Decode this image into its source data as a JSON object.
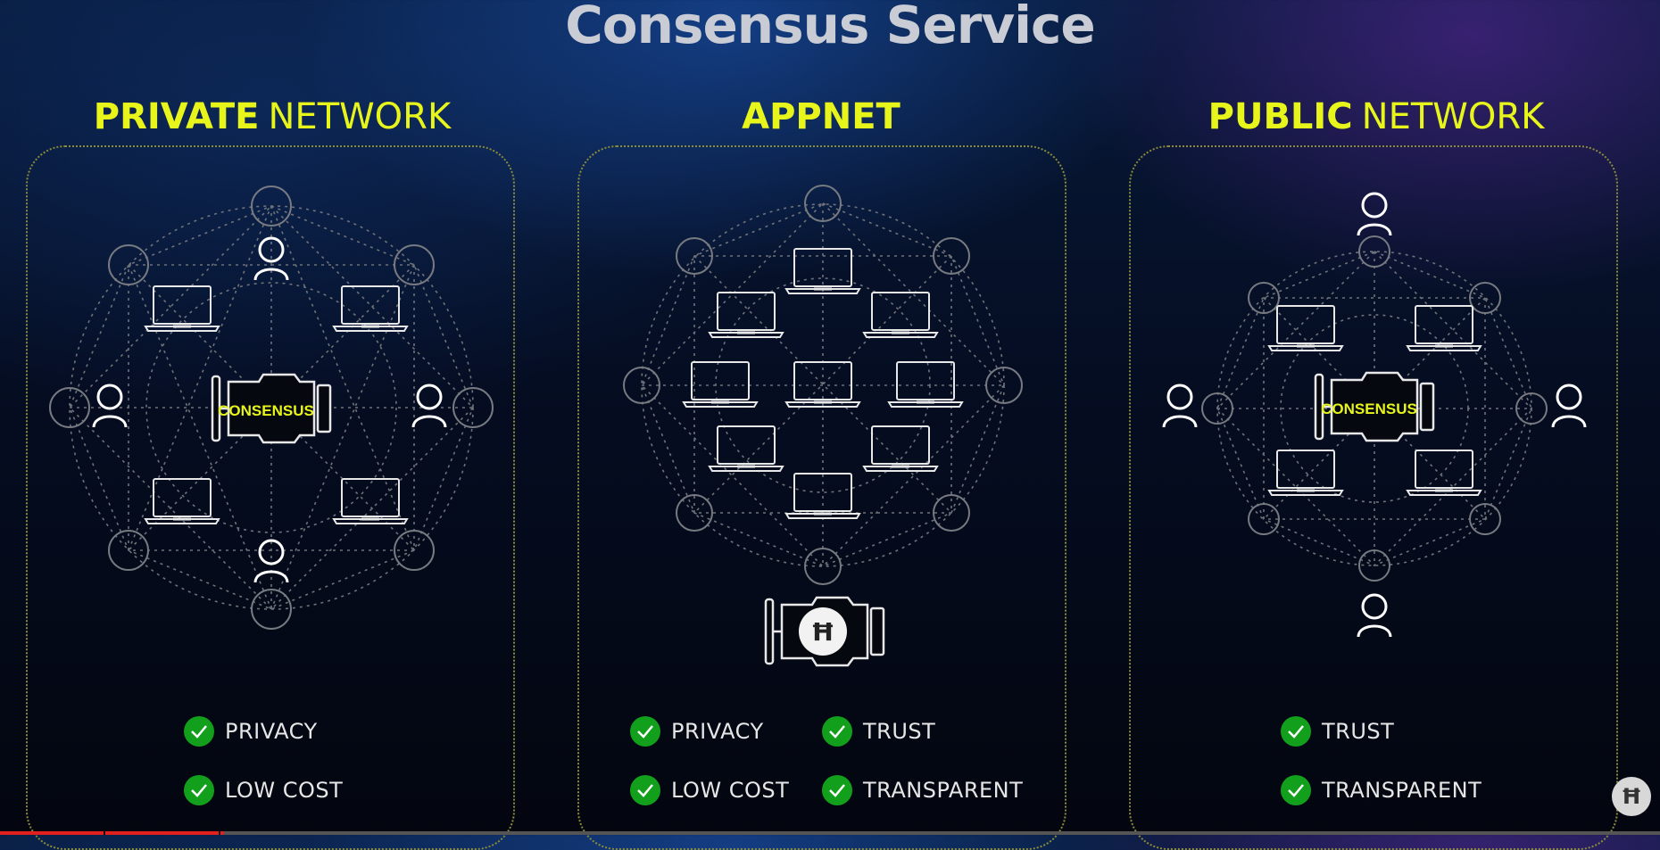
{
  "title": "Consensus Service",
  "columns": [
    {
      "head_bold": "PRIVATE",
      "head_light": "NETWORK",
      "features": [
        [
          "PRIVACY"
        ],
        [
          "LOW COST"
        ]
      ]
    },
    {
      "head_bold": "APPNET",
      "head_light": "",
      "features": [
        [
          "PRIVACY",
          "TRUST"
        ],
        [
          "LOW COST",
          "TRANSPARENT"
        ]
      ]
    },
    {
      "head_bold": "PUBLIC",
      "head_light": "NETWORK",
      "features": [
        [
          "TRUST"
        ],
        [
          "TRANSPARENT"
        ]
      ]
    }
  ],
  "engine_label": "CONSENSUS",
  "hbar_glyph": "Ħ",
  "progress": {
    "played_fraction": 0.135,
    "colors": {
      "played": "#e32020",
      "track": "#555555"
    }
  },
  "colors": {
    "accent": "#e8f51a",
    "check": "#12a01c",
    "title": "#c9ccd4"
  }
}
